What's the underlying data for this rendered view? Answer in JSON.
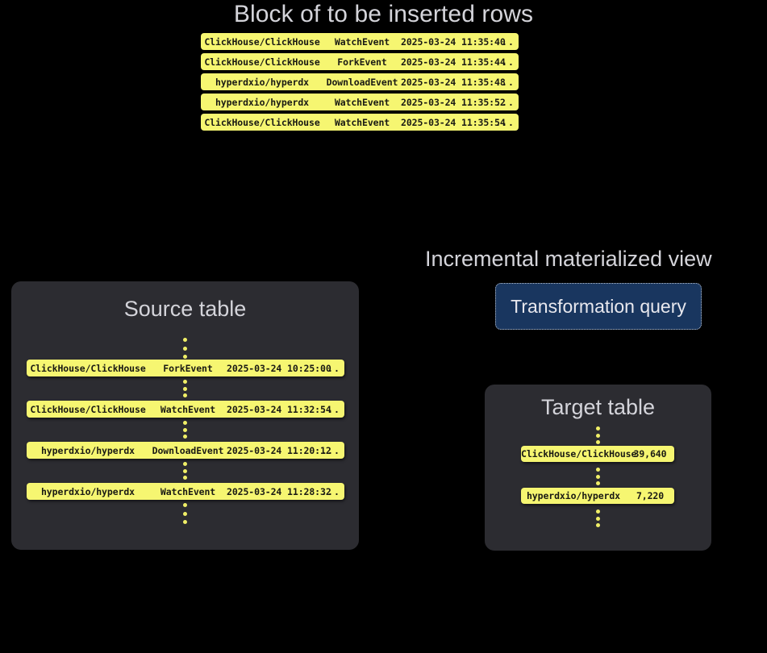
{
  "block": {
    "title": "Block of to be inserted rows",
    "rows": [
      {
        "repo": "ClickHouse/ClickHouse",
        "event": "WatchEvent",
        "timestamp": "2025-03-24 11:35:40",
        "more": "..."
      },
      {
        "repo": "ClickHouse/ClickHouse",
        "event": "ForkEvent",
        "timestamp": "2025-03-24 11:35:44",
        "more": "..."
      },
      {
        "repo": "hyperdxio/hyperdx",
        "event": "DownloadEvent",
        "timestamp": "2025-03-24 11:35:48",
        "more": "..."
      },
      {
        "repo": "hyperdxio/hyperdx",
        "event": "WatchEvent",
        "timestamp": "2025-03-24 11:35:52",
        "more": "..."
      },
      {
        "repo": "ClickHouse/ClickHouse",
        "event": "WatchEvent",
        "timestamp": "2025-03-24 11:35:54",
        "more": "..."
      }
    ]
  },
  "source_table": {
    "title": "Source table",
    "rows": [
      {
        "repo": "ClickHouse/ClickHouse",
        "event": "ForkEvent",
        "timestamp": "2025-03-24 10:25:00",
        "more": "..."
      },
      {
        "repo": "ClickHouse/ClickHouse",
        "event": "WatchEvent",
        "timestamp": "2025-03-24 11:32:54",
        "more": "..."
      },
      {
        "repo": "hyperdxio/hyperdx",
        "event": "DownloadEvent",
        "timestamp": "2025-03-24 11:20:12",
        "more": "..."
      },
      {
        "repo": "hyperdxio/hyperdx",
        "event": "WatchEvent",
        "timestamp": "2025-03-24 11:28:32",
        "more": "..."
      }
    ]
  },
  "materialized_view": {
    "title": "Incremental materialized view",
    "transformation_query_label": "Transformation query"
  },
  "target_table": {
    "title": "Target table",
    "rows": [
      {
        "repo": "ClickHouse/ClickHouse",
        "value": "39,640"
      },
      {
        "repo": "hyperdxio/hyperdx",
        "value": "7,220"
      }
    ]
  },
  "colors": {
    "background": "#000000",
    "panel": "#2c2c31",
    "row_yellow": "#f6f671",
    "row_text": "#1a1a14",
    "heading_text": "#d4d4da",
    "query_box": "#19365f",
    "query_box_border": "#b9c2cf",
    "dot": "#f0ef67"
  }
}
